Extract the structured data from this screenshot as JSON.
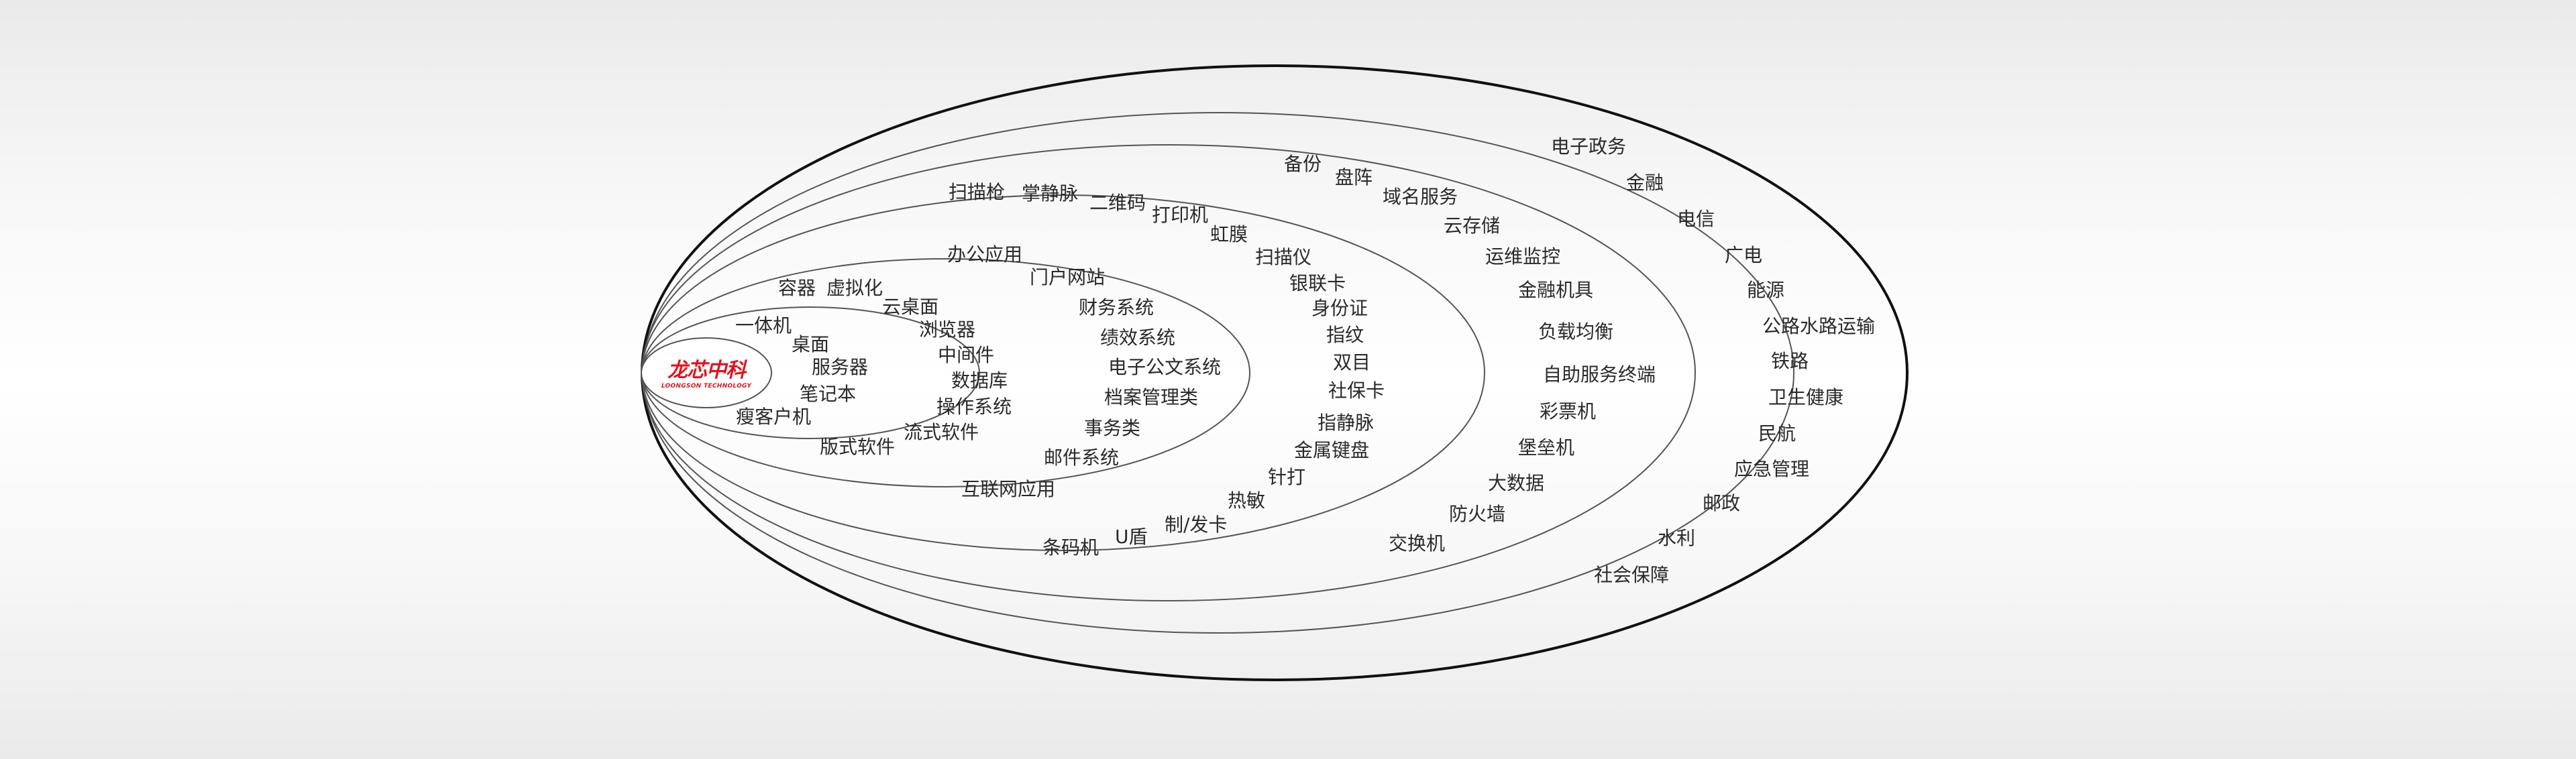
{
  "logo": {
    "name": "龙芯中科",
    "subtitle": "LOONGSON TECHNOLOGY"
  },
  "rings": [
    {
      "name": "ring-1",
      "labels": [
        "一体机",
        "桌面",
        "服务器",
        "笔记本",
        "瘦客户机"
      ]
    },
    {
      "name": "ring-2",
      "labels": [
        "容器",
        "虚拟化",
        "云桌面",
        "浏览器",
        "中间件",
        "数据库",
        "操作系统",
        "流式软件",
        "版式软件"
      ]
    },
    {
      "name": "ring-3",
      "labels": [
        "办公应用",
        "门户网站",
        "财务系统",
        "绩效系统",
        "电子公文系统",
        "档案管理类",
        "事务类",
        "邮件系统",
        "互联网应用"
      ]
    },
    {
      "name": "ring-4",
      "labels": [
        "扫描枪",
        "掌静脉",
        "二维码",
        "打印机",
        "虹膜",
        "扫描仪",
        "银联卡",
        "身份证",
        "指纹",
        "双目",
        "社保卡",
        "指静脉",
        "金属键盘",
        "针打",
        "热敏",
        "制/发卡",
        "U盾",
        "条码机"
      ]
    },
    {
      "name": "ring-5",
      "labels": [
        "备份",
        "盘阵",
        "域名服务",
        "云存储",
        "运维监控",
        "金融机具",
        "负载均衡",
        "自助服务终端",
        "彩票机",
        "堡垒机",
        "大数据",
        "防火墙",
        "交换机"
      ]
    },
    {
      "name": "ring-6",
      "labels": [
        "电子政务",
        "金融",
        "电信",
        "广电",
        "能源",
        "公路水路运输",
        "铁路",
        "卫生健康",
        "民航",
        "应急管理",
        "邮政",
        "水利",
        "社会保障"
      ]
    }
  ]
}
